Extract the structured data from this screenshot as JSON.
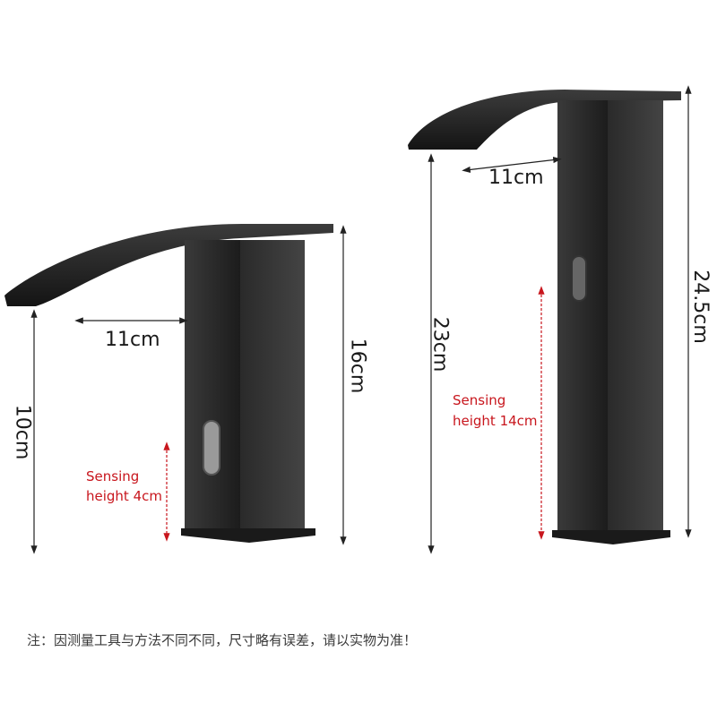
{
  "left_faucet": {
    "spout_reach": "11cm",
    "spout_height": "10cm",
    "total_height": "16cm",
    "sensing_line1": "Sensing",
    "sensing_line2": "height 4cm"
  },
  "right_faucet": {
    "spout_reach": "11cm",
    "spout_height": "23cm",
    "total_height": "24.5cm",
    "sensing_line1": "Sensing",
    "sensing_line2": "height 14cm"
  },
  "note": "注：因测量工具与方法不同不同，尺寸略有误差，请以实物为准！",
  "colors": {
    "faucet": "#2b2b2b",
    "sensing_arrow": "#c8161d",
    "dimension_line": "#222222"
  }
}
